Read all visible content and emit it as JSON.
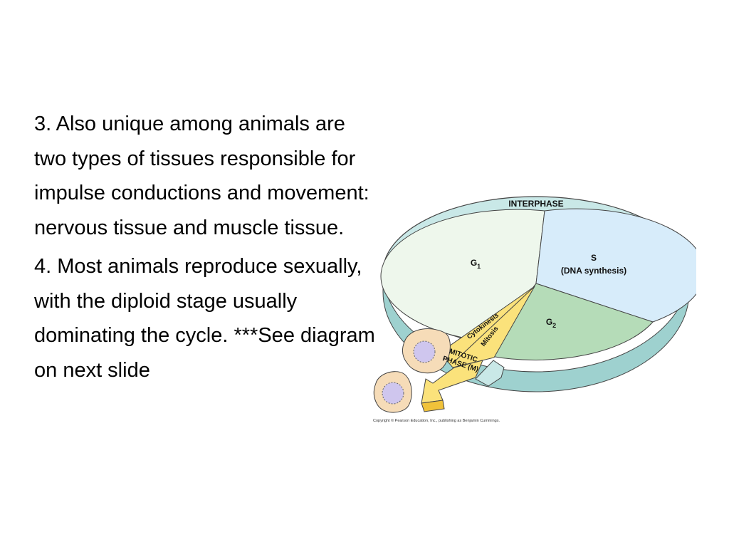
{
  "slide": {
    "paragraphs": [
      "3. Also unique among animals are two types of tissues responsible for impulse conductions and movement: nervous tissue and muscle tissue.",
      "4. Most animals reproduce sexually, with the diploid stage usually dominating the cycle. ***See diagram on next slide"
    ]
  },
  "diagram": {
    "ring_label": "INTERPHASE",
    "g1_main": "G",
    "g1_sub": "1",
    "s_line1": "S",
    "s_line2": "(DNA synthesis)",
    "g2_main": "G",
    "g2_sub": "2",
    "cytokinesis_label": "Cytokinesis",
    "mitosis_label": "Mitosis",
    "mitotic_line1": "MITOTIC",
    "mitotic_line2": "PHASE (M)",
    "copyright": "Copyright © Pearson Education, Inc., publishing as Benjamin Cummings.",
    "colors": {
      "ring_fill": "#c9e8e7",
      "ring_side": "#9ed1cf",
      "g1": "#eef7ec",
      "s": "#d7ecfa",
      "g2": "#b5dcb8",
      "mitotic": "#fbe27b",
      "mitotic_dark": "#f0c23a",
      "cell_fill": "#f6dcb8",
      "cell_nucleus": "#cfc6ee",
      "outline": "#444444"
    }
  }
}
